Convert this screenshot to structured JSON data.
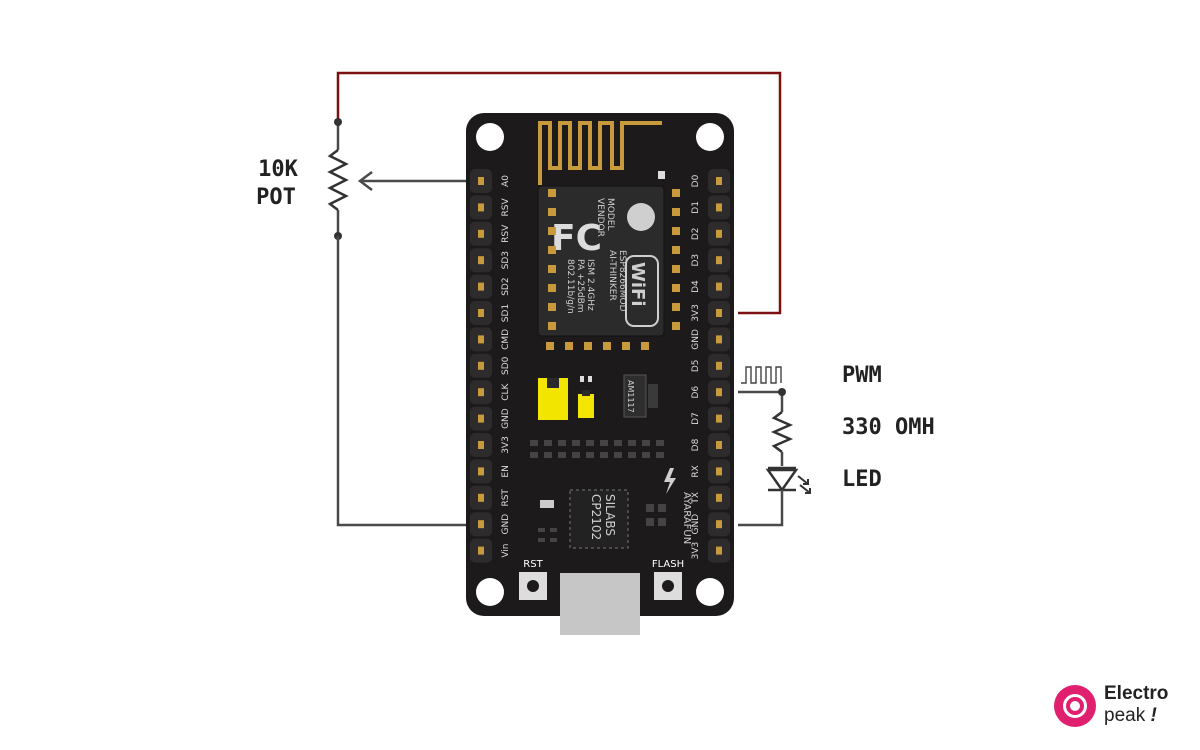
{
  "labels": {
    "pot_value": "10K",
    "pot_name": "POT",
    "pwm": "PWM",
    "resistor": "330 OMH",
    "led": "LED"
  },
  "board": {
    "left_pins": [
      "A0",
      "RSV",
      "RSV",
      "SD3",
      "SD2",
      "SD1",
      "CMD",
      "SD0",
      "CLK",
      "GND",
      "3V3",
      "EN",
      "RST",
      "GND",
      "Vin"
    ],
    "right_pins": [
      "D0",
      "D1",
      "D2",
      "D3",
      "D4",
      "3V3",
      "GND",
      "D5",
      "D6",
      "D7",
      "D8",
      "RX",
      "TX",
      "GND",
      "3V3"
    ],
    "module_text": [
      "MODEL",
      "VENDOR",
      "ISM 2.4GHz",
      "PA +25dBm",
      "802.11b/g/n"
    ],
    "module_values": [
      "ESP8266MOD",
      "AI-THINKER"
    ],
    "fcc_mark": "FC",
    "wifi_mark": "WiFi",
    "regulator": "AM1117",
    "usb_chip": [
      "SILABS",
      "CP2102"
    ],
    "maker": "AYARAFUN",
    "rst_button": "RST",
    "flash_button": "FLASH"
  },
  "logo": {
    "line1": "Electro",
    "line2": "peak",
    "mark": "!"
  },
  "colors": {
    "board": "#1c1a1a",
    "wire_power": "#7a1010",
    "wire_signal": "#4a4a4a",
    "gold": "#c89a3c",
    "logo_pink": "#e0206e"
  }
}
